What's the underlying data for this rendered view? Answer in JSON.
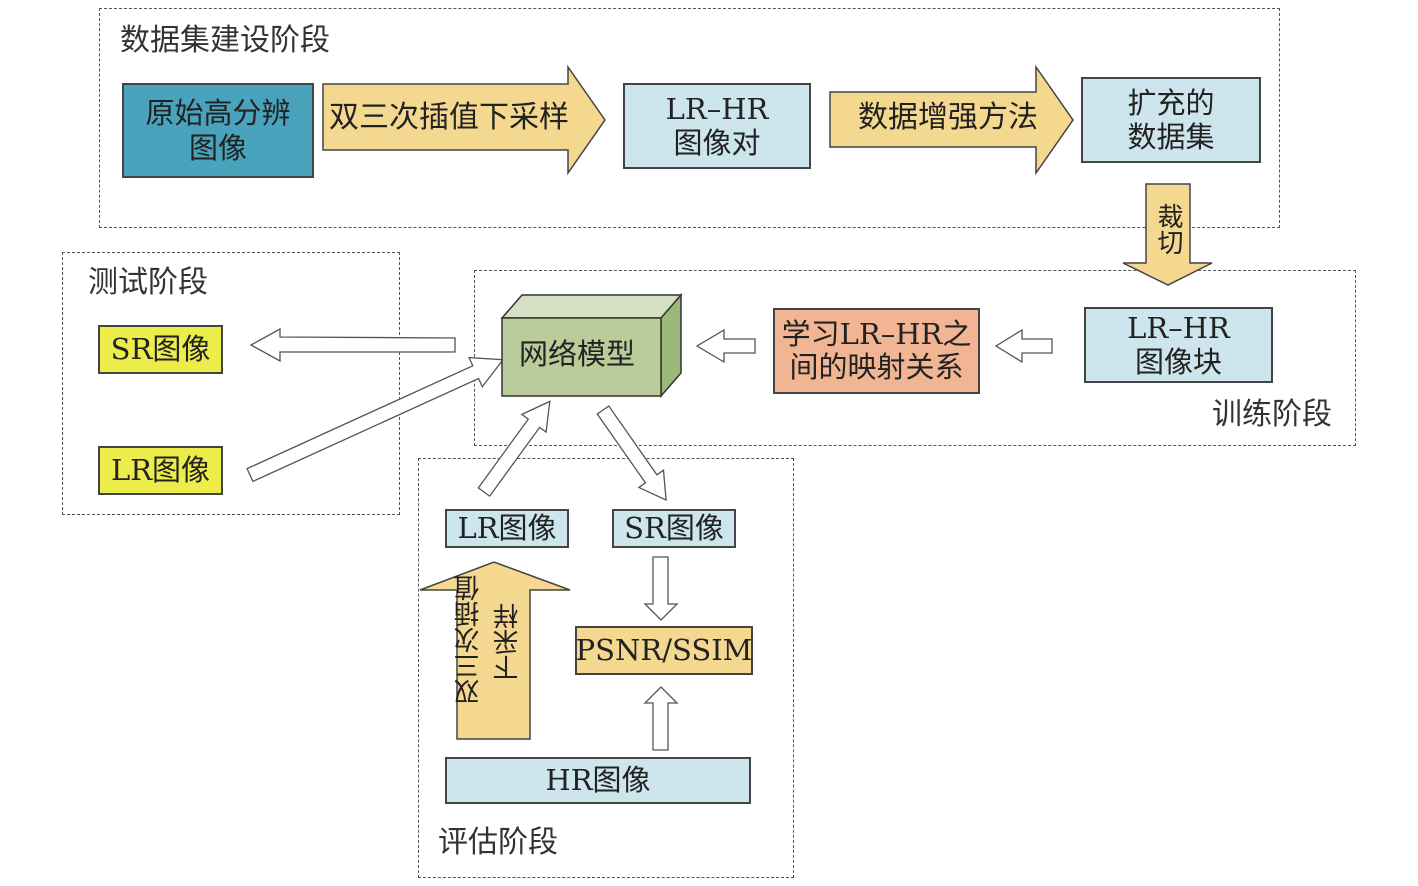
{
  "stages": {
    "dataset_construction": {
      "label": "数据集建设阶段"
    },
    "testing": {
      "label": "测试阶段"
    },
    "training": {
      "label": "训练阶段"
    },
    "evaluation": {
      "label": "评估阶段"
    }
  },
  "dataset_construction": {
    "original_hr_images": {
      "lines": [
        "原始高分辨",
        "图像"
      ]
    },
    "bicubic_downsample_arrow": {
      "label": "双三次插值下采样"
    },
    "lr_hr_pairs": {
      "lines": [
        "LR–HR",
        "图像对"
      ]
    },
    "augmentation_arrow": {
      "label": "数据增强方法"
    },
    "expanded_dataset": {
      "lines": [
        "扩充的",
        "数据集"
      ]
    },
    "crop_arrow": {
      "label": "裁切"
    }
  },
  "training": {
    "lr_hr_patches": {
      "lines": [
        "LR–HR",
        "图像块"
      ]
    },
    "learn_mapping": {
      "lines": [
        "学习LR–HR之",
        "间的映射关系"
      ]
    },
    "network_model": {
      "label": "网络模型"
    }
  },
  "testing": {
    "sr_image": {
      "label": "SR图像"
    },
    "lr_image": {
      "label": "LR图像"
    }
  },
  "evaluation": {
    "lr_image": {
      "label": "LR图像"
    },
    "sr_image": {
      "label": "SR图像"
    },
    "metrics": {
      "label": "PSNR/SSIM"
    },
    "hr_image": {
      "label": "HR图像"
    },
    "bicubic_arrow": {
      "lines": [
        "双三次插值",
        "下采样"
      ]
    }
  },
  "colors": {
    "original_hr_fill": "#4aa3bc",
    "light_blue_fill": "#cde5ec",
    "yellow_fill": "#ecec4a",
    "salmon_fill": "#f2b594",
    "tan_fill": "#f4d890",
    "model_front": "#b9cc9a",
    "model_top": "#d5e0c2",
    "model_side": "#9cb97a"
  }
}
